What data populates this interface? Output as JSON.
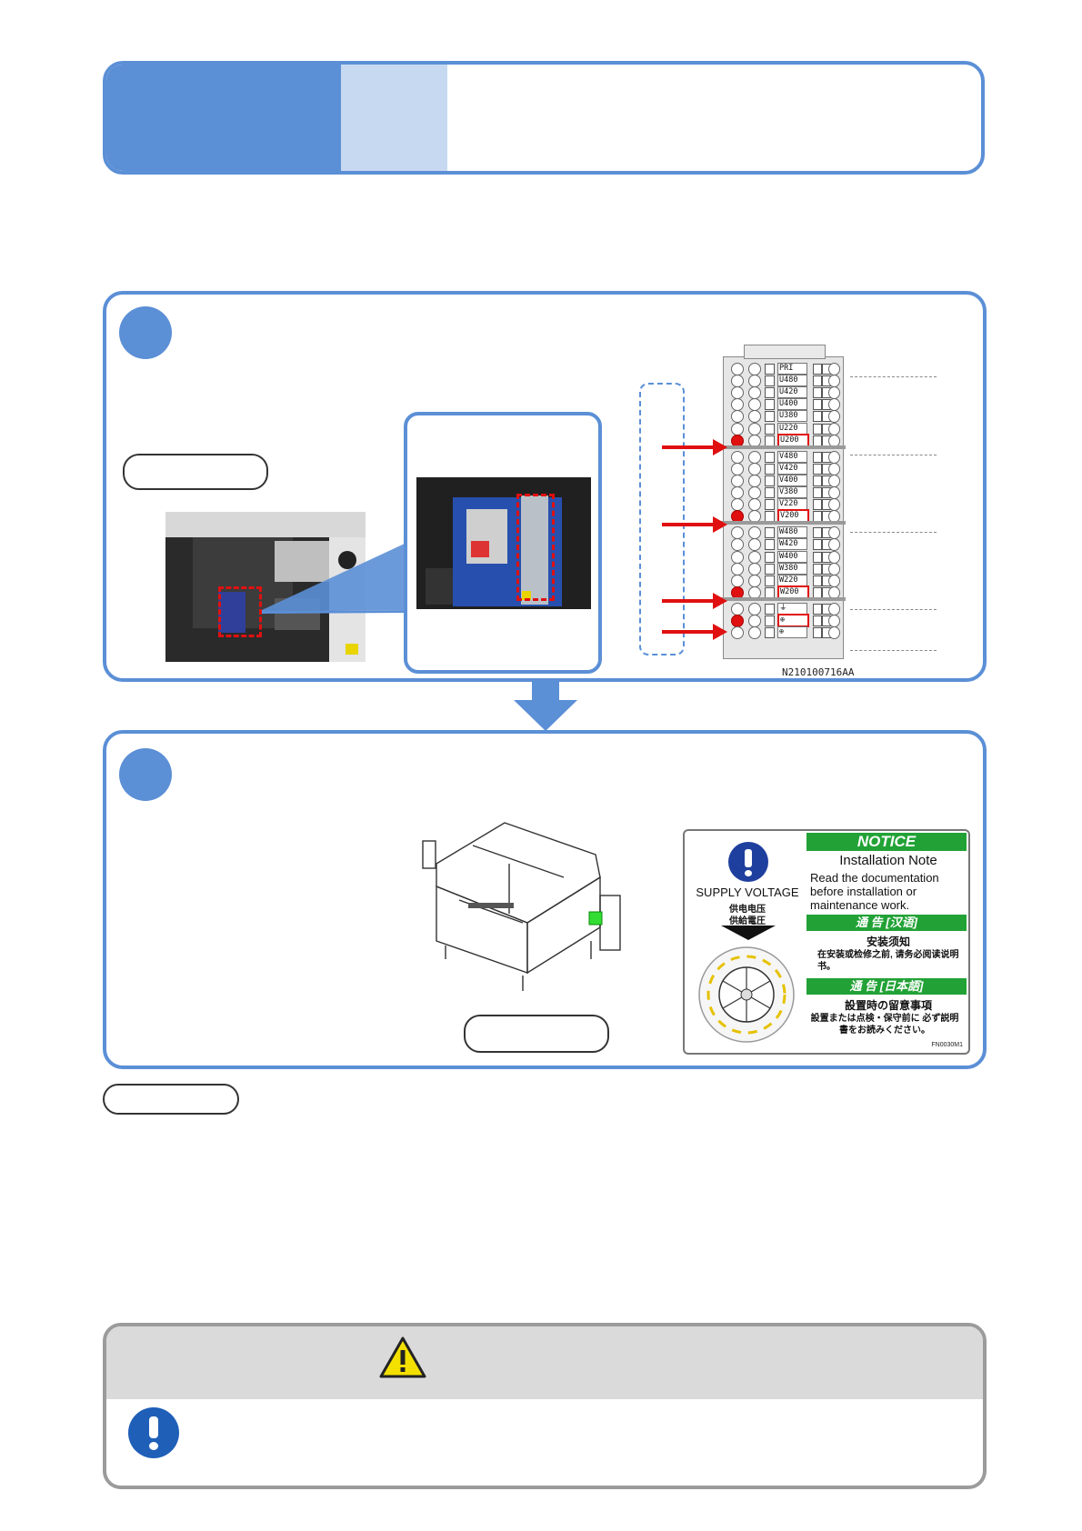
{
  "figure_code": "N210100716AA",
  "terminal_labels": [
    "PRI NO",
    "U480",
    "U420",
    "U400",
    "U380",
    "U220",
    "U200",
    "V480",
    "V420",
    "V400",
    "V380",
    "V220",
    "V200",
    "W480",
    "W420",
    "W400",
    "W380",
    "W220",
    "W200",
    "⏚",
    "⊕",
    "⊕"
  ],
  "notice": {
    "symbol_caption": "SUPPLY VOLTAGE",
    "symbol_caption_zh": "供电电压",
    "symbol_caption_ja": "供給電圧",
    "title": "NOTICE",
    "heading": "Installation Note",
    "body_en": "Read the documentation before installation or maintenance work.",
    "bar_zh": "通 告 [汉语]",
    "heading_zh": "安装须知",
    "body_zh": "在安装或检修之前, 请务必阅读说明书。",
    "bar_ja": "通 告 [日本語]",
    "heading_ja": "設置時の留意事項",
    "body_ja": "設置または点検・保守前に 必ず説明書をお読みください。",
    "code": "FN0030M1"
  },
  "colors": {
    "accent": "#5b8fd6",
    "accent_light": "#c7d9f1",
    "alert": "#e01010",
    "label_green": "#22a236",
    "warn_gray": "#dadada"
  }
}
